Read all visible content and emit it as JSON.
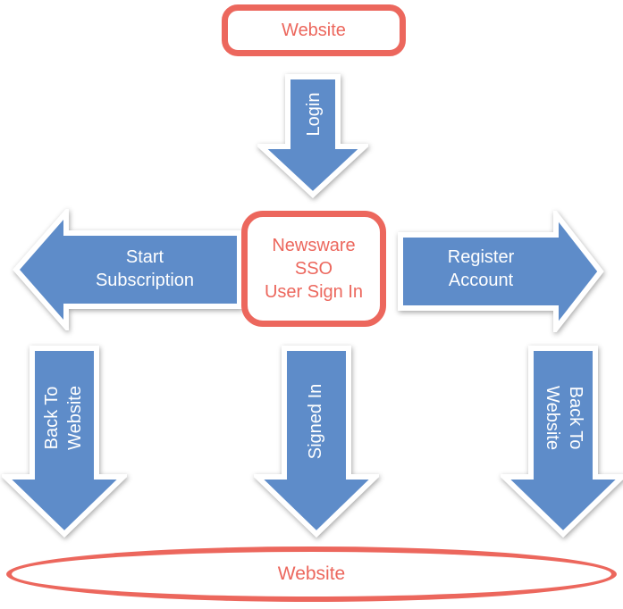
{
  "colors": {
    "node_red": "#ec675d",
    "arrow_blue": "#5e8cc9",
    "arrow_outline": "#ffffff",
    "arrow_text": "#ffffff",
    "background": "#ffffff"
  },
  "diagram": {
    "top_node": {
      "label": "Website"
    },
    "center_node": {
      "label": "Newsware\nSSO\nUser Sign In"
    },
    "bottom_node": {
      "label": "Website"
    },
    "arrows": {
      "login": {
        "label": "Login",
        "direction": "down"
      },
      "start_subscription": {
        "label": "Start\nSubscription",
        "direction": "left"
      },
      "register_account": {
        "label": "Register\nAccount",
        "direction": "right"
      },
      "back_to_website_left": {
        "label": "Back To\nWebsite",
        "direction": "down"
      },
      "signed_in": {
        "label": "Signed In",
        "direction": "down"
      },
      "back_to_website_right": {
        "label": "Back To\nWebsite",
        "direction": "down"
      }
    }
  }
}
